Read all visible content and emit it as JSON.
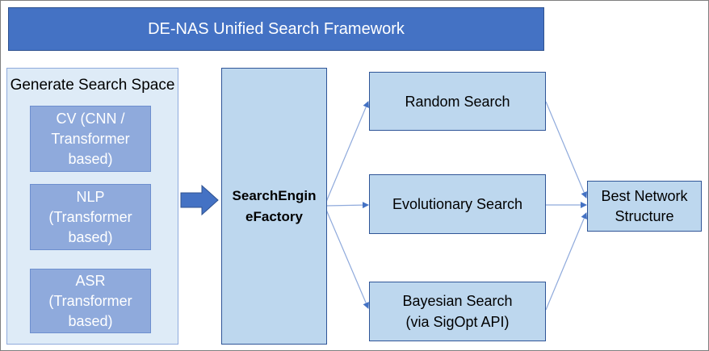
{
  "title": "DE-NAS Unified Search Framework",
  "search_space": {
    "heading": "Generate Search Space",
    "items": [
      {
        "label": "CV (CNN /\nTransformer\nbased)"
      },
      {
        "label": "NLP\n(Transformer\nbased)"
      },
      {
        "label": "ASR\n(Transformer\nbased)"
      }
    ]
  },
  "factory": {
    "label": "SearchEngin\neFactory"
  },
  "searches": [
    {
      "label": "Random Search"
    },
    {
      "label": "Evolutionary Search"
    },
    {
      "label": "Bayesian Search\n(via SigOpt API)"
    }
  ],
  "output": {
    "label": "Best Network\nStructure"
  },
  "colors": {
    "title_bg": "#4472c4",
    "panel_bg": "#deebf7",
    "category_bg": "#8faadc",
    "node_bg": "#bdd7ee",
    "node_border": "#2f5597",
    "arrow": "#4472c4"
  }
}
